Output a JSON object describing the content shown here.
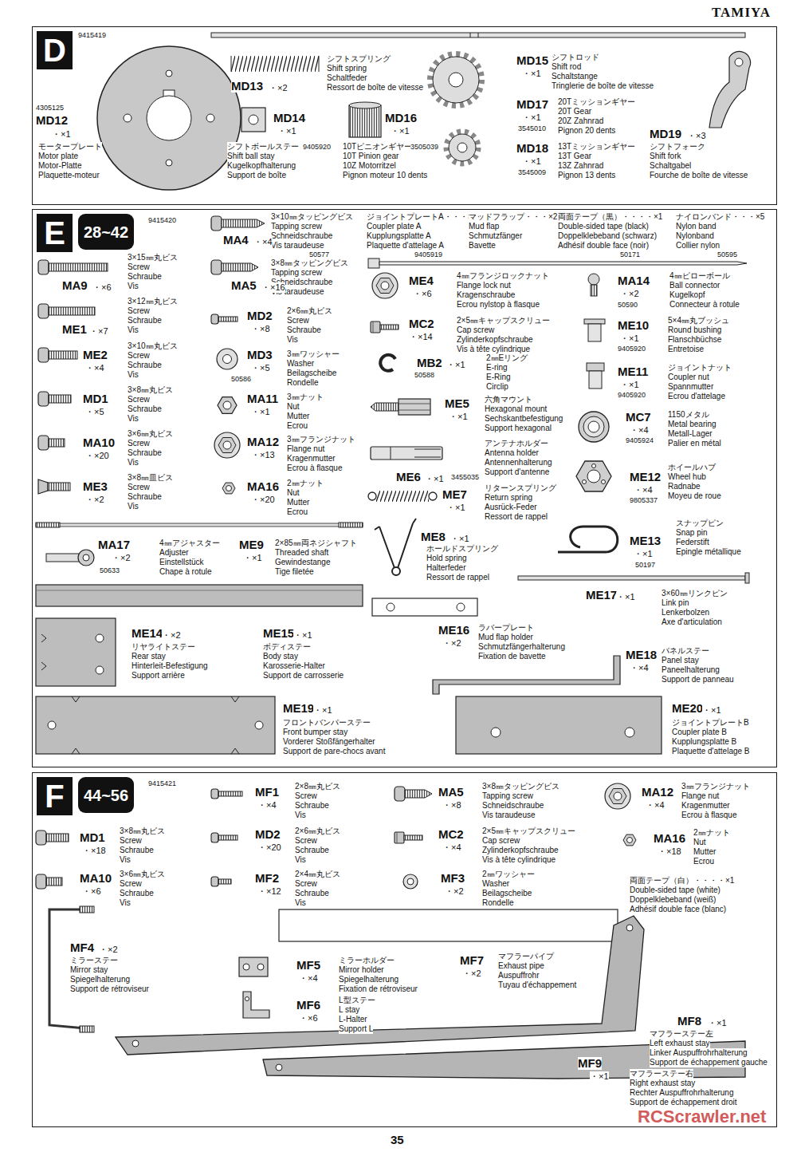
{
  "diagram": {
    "nodes": [
      {
        "text": [
          "9415419"
        ]
      },
      {
        "text": [
          "D"
        ],
        "in": 0
      },
      {
        "text": [
          "9415420"
        ]
      },
      {
        "text": [
          "E"
        ],
        "in": 2
      },
      {
        "text": [
          "28~42"
        ],
        "in": 2
      },
      {
        "text": [
          "9415421"
        ]
      },
      {
        "text": [
          "F"
        ],
        "in": 5
      },
      {
        "text": [
          "44~56"
        ],
        "in": 5
      }
    ],
    "labels": [
      "4305125",
      "MD12",
      "・×1",
      "モータープレート",
      "Motor plate",
      "Motor-Platte",
      "Plaquette-moteur",
      "MD13",
      "・×2",
      "シフトスプリング",
      "Shift spring",
      "Schaltfeder",
      "Ressort de boîte de vitesse",
      "MD14",
      "・×1",
      "シフトボールステー",
      "9405920",
      "Shift ball stay",
      "Kugelkopfhalterung",
      "Support de boîte",
      "MD16",
      "・×1",
      "10Tピニオンギヤー",
      "3505039",
      "10T Pinion gear",
      "10Z Motorritzel",
      "Pignon moteur 10 dents",
      "MD15",
      "・×1",
      "シフトロッド",
      "Shift rod",
      "Schaltstange",
      "Tringlerie de boîte de vitesse",
      "MD17",
      "・×1",
      "3545010",
      "20Tミッションギヤー",
      "20T Gear",
      "20Z Zahnrad",
      "Pignon 20 dents",
      "MD18",
      "・×1",
      "3545009",
      "13Tミッションギヤー",
      "13T Gear",
      "13Z Zahnrad",
      "Pignon 13 dents",
      "MD19",
      "・×3",
      "シフトフォーク",
      "Shift fork",
      "Schaltgabel",
      "Fourche de boîte de vitesse",
      "3×15㎜丸ビス",
      "Screw",
      "Schraube",
      "Vis",
      "MA9",
      "・×6",
      "3×12㎜丸ビス",
      "Screw",
      "Schraube",
      "Vis",
      "ME1",
      "・×7",
      "3×10㎜丸ビス",
      "Screw",
      "Schraube",
      "Vis",
      "ME2",
      "・×4",
      "3×8㎜丸ビス",
      "Screw",
      "Schraube",
      "Vis",
      "MD1",
      "・×5",
      "3×6㎜丸ビス",
      "Screw",
      "Schraube",
      "Vis",
      "MA10",
      "・×20",
      "3×8㎜皿ビス",
      "Screw",
      "Schraube",
      "Vis",
      "ME3",
      "・×2",
      "3×10㎜タッピングビス",
      "Tapping screw",
      "Schneidschraube",
      "Vis taraudeuse",
      "MA4",
      "・×4",
      "50577",
      "3×8㎜タッピングビス",
      "Tapping screw",
      "Schneidschraube",
      "Vis taraudeuse",
      "MA5",
      "・×16",
      "2×6㎜丸ビス",
      "Screw",
      "Schraube",
      "Vis",
      "MD2",
      "・×8",
      "3㎜ワッシャー",
      "Washer",
      "Beilagscheibe",
      "Rondelle",
      "MD3",
      "・×5",
      "50586",
      "3㎜ナット",
      "Nut",
      "Mutter",
      "Ecrou",
      "MA11",
      "・×1",
      "3㎜フランジナット",
      "Flange nut",
      "Kragenmutter",
      "Ecrou à flasque",
      "MA12",
      "・×13",
      "2㎜ナット",
      "Nut",
      "Mutter",
      "Ecrou",
      "MA16",
      "・×20",
      "ジョイントプレートA・・・×1",
      "Coupler plate A",
      "Kupplungsplatte A",
      "Plaquette d'attelage A",
      "9405919",
      "マッドフラップ・・・×2",
      "Mud flap",
      "Schmutzfänger",
      "Bavette",
      "両面テープ（黒）・・・・×1",
      "Double-sided tape (black)",
      "Doppelklebeband (schwarz)",
      "Adhésif double face (noir)",
      "50171",
      "ナイロンバンド・・・×5",
      "Nylon band",
      "Nylonband",
      "Collier nylon",
      "50595",
      "ME4",
      "・×6",
      "4㎜フランジロックナット",
      "Flange lock nut",
      "Kragenschraube",
      "Ecrou nylstop à flasque",
      "MC2",
      "・×14",
      "2×5㎜キャップスクリュー",
      "Cap screw",
      "Zylinderkopfschraube",
      "Vis à tête cylindrique",
      "MB2",
      "・×1",
      "50588",
      "2㎜Eリング",
      "E-ring",
      "E-Ring",
      "Circlip",
      "ME5",
      "・×1",
      "六角マウント",
      "Hexagonal mount",
      "Sechskantbefestigung",
      "Support hexagonal",
      "ME6",
      "・×1",
      "3455035",
      "アンテナホルダー",
      "Antenna holder",
      "Antennenhalterung",
      "Support d'antenne",
      "ME7",
      "・×1",
      "リターンスプリング",
      "Return spring",
      "Ausrück-Feder",
      "Ressort de rappel",
      "ME8",
      "・×1",
      "ホールドスプリング",
      "Hold spring",
      "Halterfeder",
      "Ressort de rappel",
      "MA14",
      "・×2",
      "50590",
      "4㎜ピローボール",
      "Ball connector",
      "Kugelkopf",
      "Connecteur à rotule",
      "ME10",
      "・×1",
      "9405920",
      "5×4㎜丸ブッシュ",
      "Round bushing",
      "Flanschbüchse",
      "Entretoise",
      "ME11",
      "・×1",
      "9405920",
      "ジョイントナット",
      "Coupler nut",
      "Spannmutter",
      "Ecrou d'attelage",
      "MC7",
      "・×4",
      "9405924",
      "1150メタル",
      "Metal bearing",
      "Metall-Lager",
      "Palier en métal",
      "ME12",
      "・×4",
      "9805337",
      "ホイールハブ",
      "Wheel hub",
      "Radnabe",
      "Moyeu de roue",
      "ME13",
      "・×1",
      "50197",
      "スナップピン",
      "Snap pin",
      "Federstift",
      "Epingle métallique",
      "MA17",
      "・×2",
      "50633",
      "4㎜アジャスター",
      "Adjuster",
      "Einstellstück",
      "Chape à rotule",
      "ME9",
      "・×1",
      "2×85㎜両ネジシャフト",
      "Threaded shaft",
      "Gewindestange",
      "Tige filetée",
      "ME17",
      "・×1",
      "3×60㎜リンクピン",
      "Link pin",
      "Lenkerbolzen",
      "Axe d'articulation",
      "ME14",
      "・×2",
      "リヤライトステー",
      "Rear stay",
      "Hinterleit-Befestigung",
      "Support arrière",
      "ME15",
      "・×1",
      "ボディステー",
      "Body stay",
      "Karosserie-Halter",
      "Support de carrosserie",
      "ME16",
      "・×2",
      "ラバープレート",
      "Mud flap holder",
      "Schmutzfängerhalterung",
      "Fixation de bavette",
      "ME18",
      "・×4",
      "パネルステー",
      "Panel stay",
      "Paneelhalterung",
      "Support de panneau",
      "ME19",
      "・×1",
      "フロントバンパーステー",
      "Front bumper stay",
      "Vorderer Stoßfängerhalter",
      "Support de pare-chocs avant",
      "ME20",
      "・×1",
      "ジョイントプレートB",
      "Coupler plate B",
      "Kupplungsplatte B",
      "Plaquette d'attelage B",
      "MF1",
      "・×4",
      "2×8㎜丸ビス",
      "Screw",
      "Schraube",
      "Vis",
      "MA5",
      "・×8",
      "3×8㎜タッピングビス",
      "Tapping screw",
      "Schneidschraube",
      "Vis taraudeuse",
      "MA12",
      "・×4",
      "3㎜フランジナット",
      "Flange nut",
      "Kragenmutter",
      "Ecrou à flasque",
      "MD1",
      "・×18",
      "3×8㎜丸ビス",
      "Screw",
      "Schraube",
      "Vis",
      "MD2",
      "・×20",
      "2×6㎜丸ビス",
      "Screw",
      "Schraube",
      "Vis",
      "MC2",
      "・×4",
      "2×5㎜キャップスクリュー",
      "Cap screw",
      "Zylinderkopfschraube",
      "Vis à tête cylindrique",
      "MA16",
      "・×18",
      "2㎜ナット",
      "Nut",
      "Mutter",
      "Ecrou",
      "MA10",
      "・×6",
      "3×6㎜丸ビス",
      "Screw",
      "Schraube",
      "Vis",
      "MF2",
      "・×12",
      "2×4㎜丸ビス",
      "Screw",
      "Schraube",
      "Vis",
      "MF3",
      "・×2",
      "2㎜ワッシャー",
      "Washer",
      "Beilagscheibe",
      "Rondelle",
      "両面テープ（白）・・・・×1",
      "Double-sided tape (white)",
      "Doppelklebeband (weiß)",
      "Adhésif double face (blanc)",
      "MF4",
      "・×2",
      "ミラーステー",
      "Mirror stay",
      "Spiegelhalterung",
      "Support de rétroviseur",
      "MF5",
      "・×4",
      "ミラーホルダー",
      "Mirror holder",
      "Spiegelhalterung",
      "Fixation de rétroviseur",
      "MF6",
      "・×6",
      "L型ステー",
      "L stay",
      "L-Halter",
      "Support L",
      "MF7",
      "・×2",
      "マフラーパイプ",
      "Exhaust pipe",
      "Auspuffrohr",
      "Tuyau d'échappement",
      "MF8",
      "・×1",
      "マフラーステー左",
      "Left exhaust stay",
      "Linker Auspuffrohrhalterung",
      "Support de échappement gauche",
      "MF9",
      "・×1",
      "マフラーステー右",
      "Right exhaust stay",
      "Rechter Auspuffrohrhalterung",
      "Support de échappement droit",
      "TAMIYA",
      "35",
      "RCScrawler.net"
    ]
  }
}
